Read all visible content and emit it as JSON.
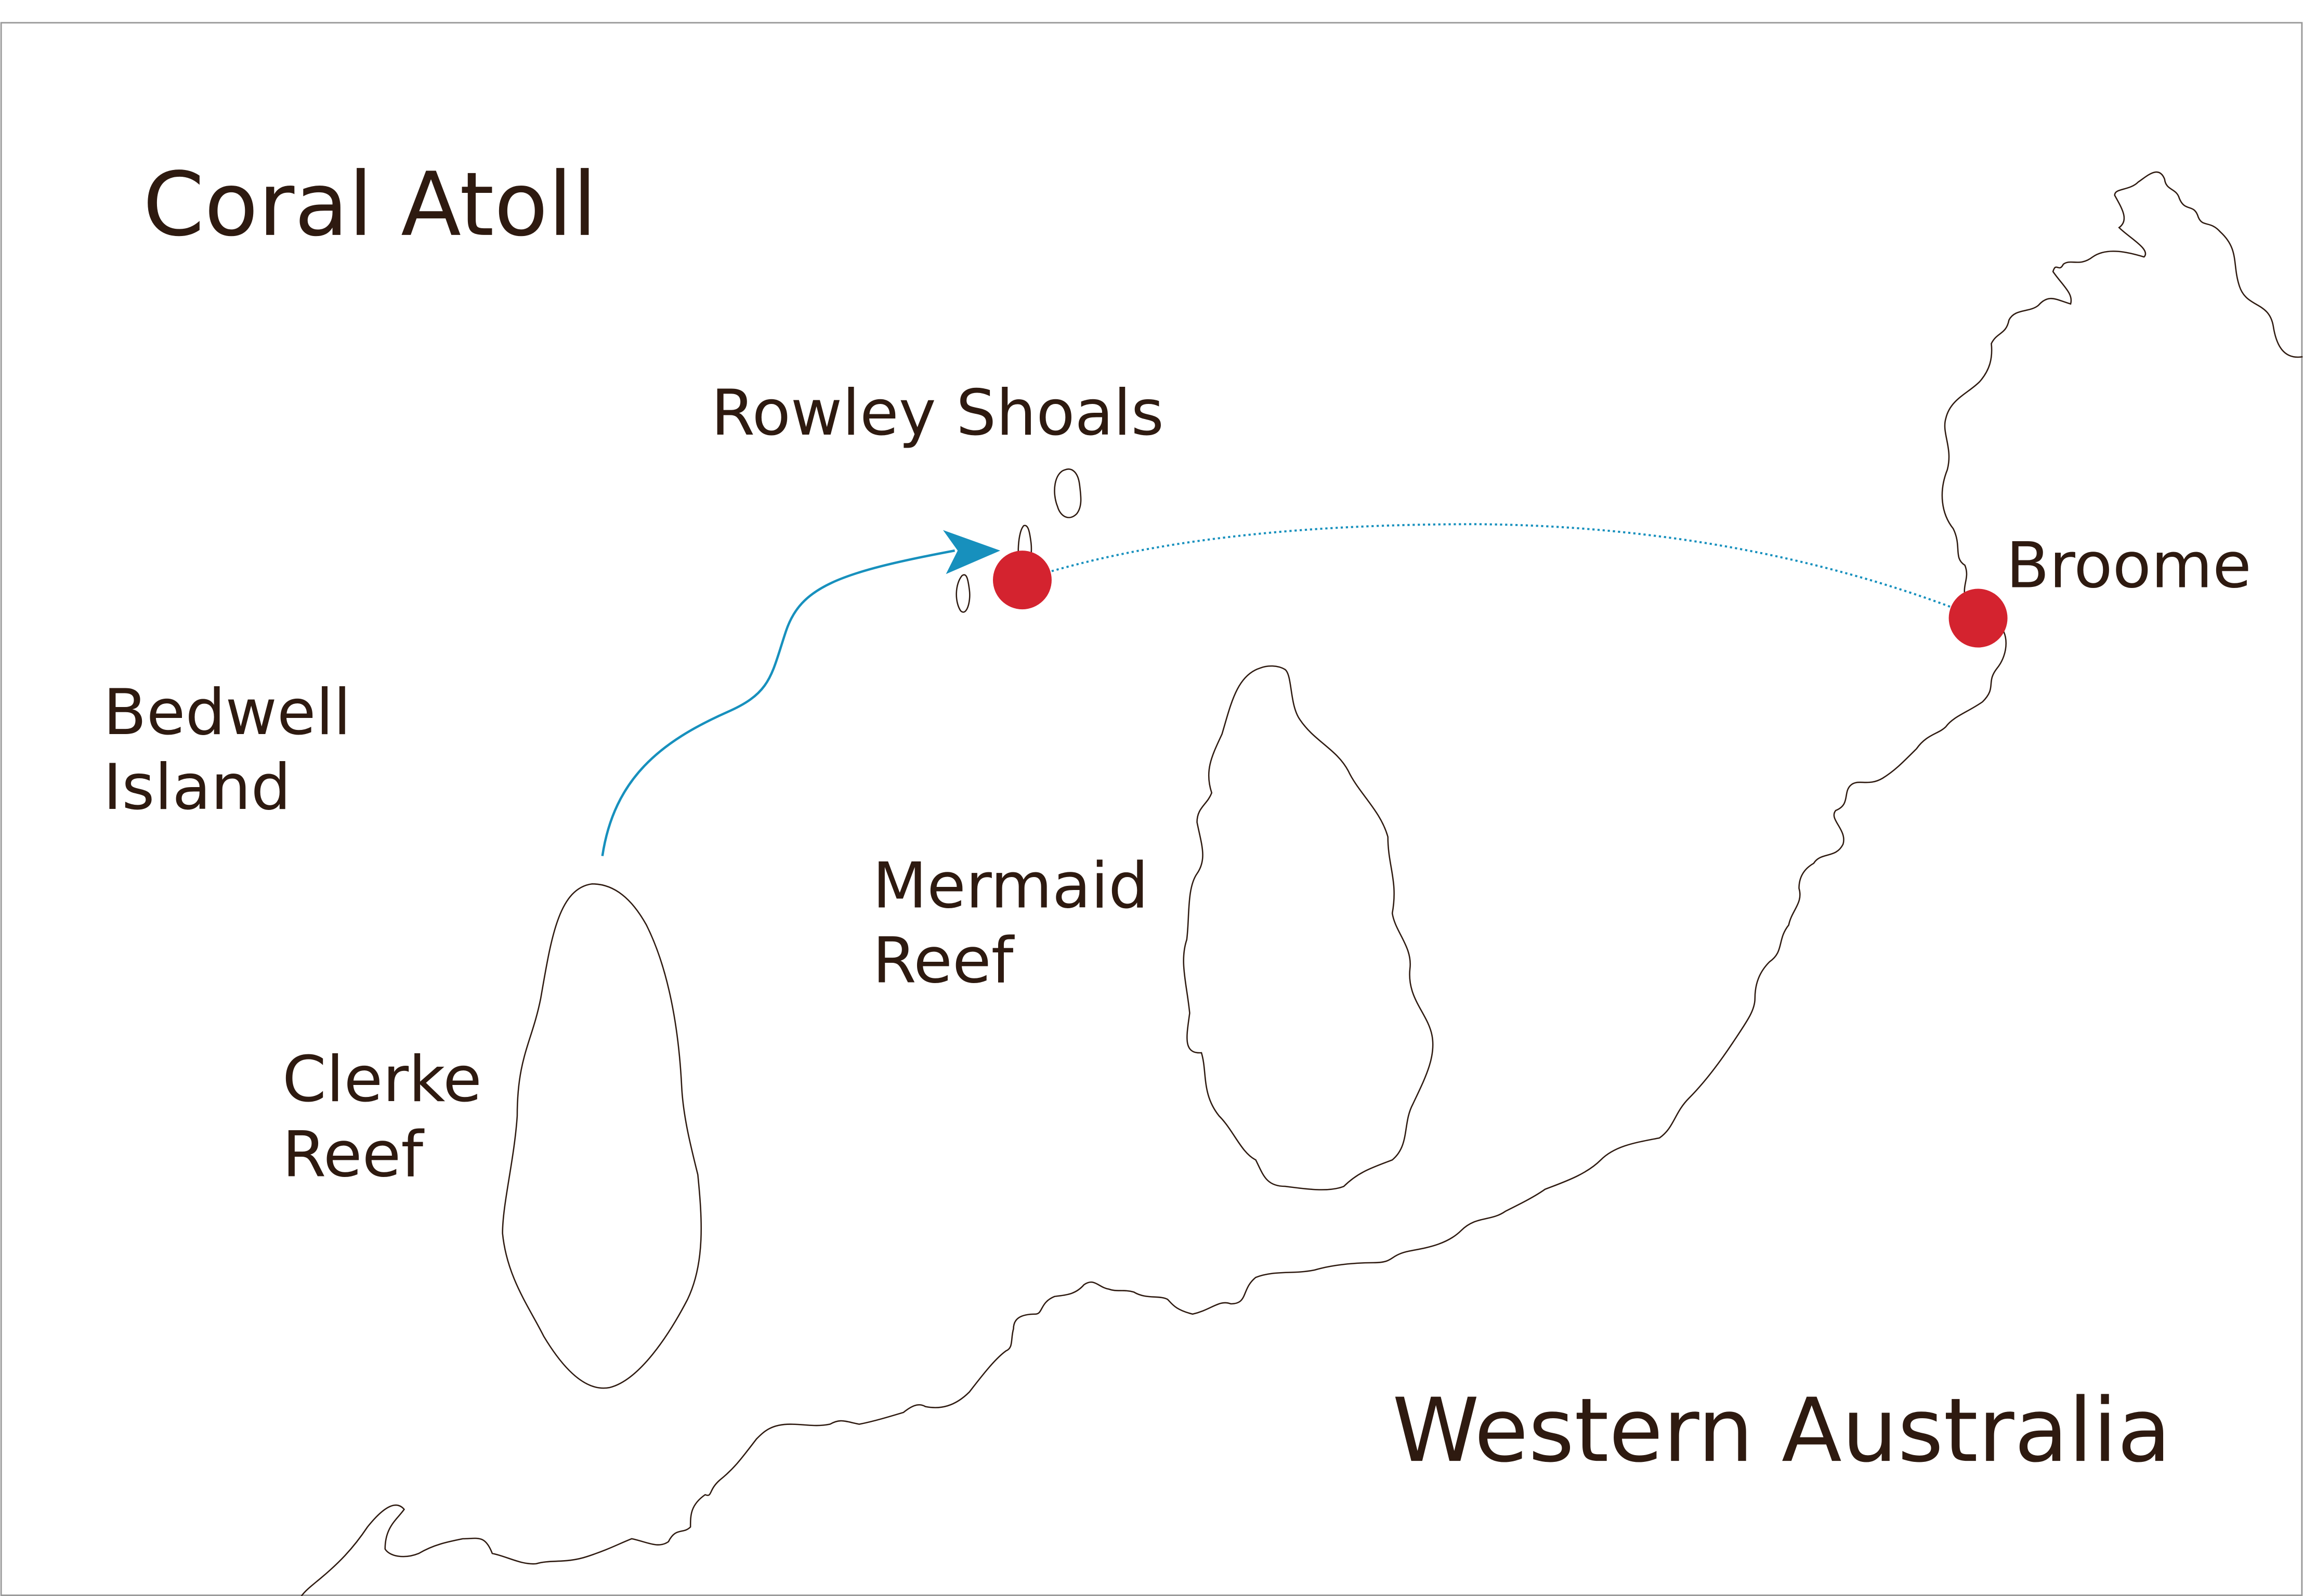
{
  "colors": {
    "text": "#2e1a10",
    "stop": "#d4232f",
    "route": "#1790bd",
    "outline": "#2e1a10"
  },
  "labels": {
    "coral_atoll": "Coral Atoll",
    "rowley_shoals": "Rowley Shoals",
    "broome": "Broome",
    "bedwell_line1": "Bedwell",
    "bedwell_line2": "Island",
    "mermaid_line1": "Mermaid",
    "mermaid_line2": "Reef",
    "clerke_line1": "Clerke",
    "clerke_line2": "Reef",
    "western_australia": "Western Australia"
  },
  "icons": {
    "stop_marker": "red-dot",
    "route_arrow": "arrow-head"
  }
}
